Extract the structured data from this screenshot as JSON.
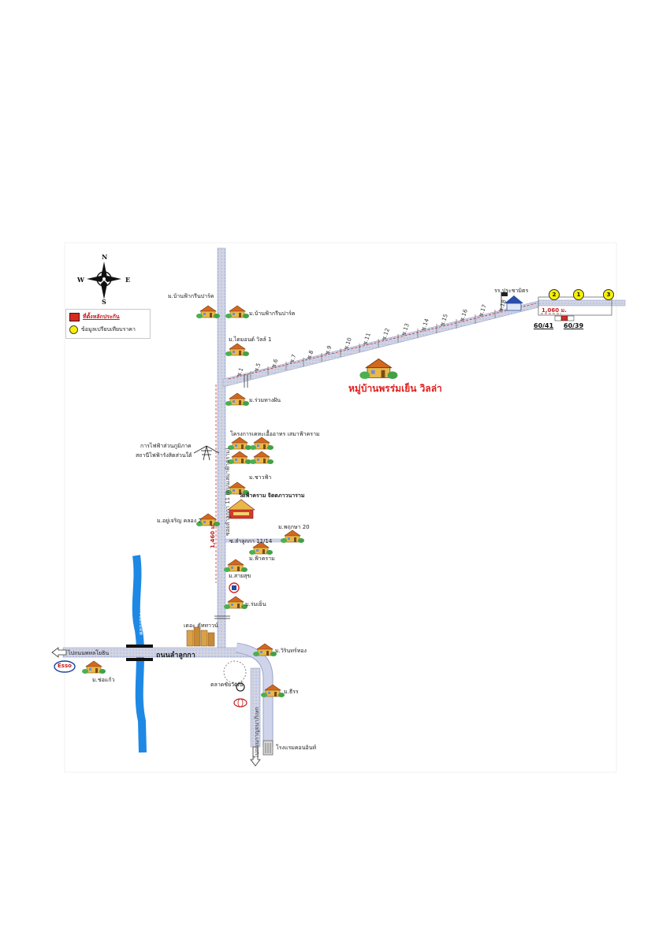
{
  "compass": {
    "n": "N",
    "s": "S",
    "e": "E",
    "w": "W"
  },
  "legend": {
    "land_plot": "ที่ตั้งหลักประกัน",
    "compare_price": "ข้อมูลเปรียบเทียบราคา"
  },
  "title": "หมู่บ้านพรร่มเย็น วิลล่า",
  "school": "รร.ประชามิตร",
  "distance_short": "1,060 ม.",
  "distance_long": "1,460 ม.",
  "plots": {
    "left": "60/41",
    "right": "60/39"
  },
  "compare_points": [
    "2",
    "1",
    "3"
  ],
  "places": {
    "green_park_top": "ม.บ้านฟ้ากรีนปาร์ค",
    "green_park": "ม.บ้านฟ้ากรีนปาร์ค",
    "diamond_villa": "ม.ไดมอนด์ วิลล์ 1",
    "ruam_thang_fan": "ม.ร่วมทางฝัน",
    "project": "โครงการเคหะเอื้ออาทร เสมาฟ้าคราม",
    "power_authority_1": "การไฟฟ้าส่วนภูมิภาค",
    "power_authority_2": "สถานีไฟฟ้ารังสิตส่วนใต้",
    "chao_fa": "ม.ชาวฟ้า",
    "temple": "วัดฟ้าคราม จิตตภาวนาราม",
    "yu_charoen": "ม.อยู่เจริญ คลอง 2",
    "pruksa": "ม.พฤกษา 20",
    "soi": "ซ.ลำลูกกา 11/14",
    "fa_kram": "ม.ฟ้าคราม",
    "sai_suk": "ม.สายสุข",
    "rom_yen": "ม.ร่มเย็น",
    "town": "เดอะ คัททาวน์",
    "wirin_thong": "ม.วิรินทร์ทอง",
    "market": "ตลาดชัยวัฒน์",
    "athiwat": "ม.ธีรร",
    "chokkaew": "ม.ช่อแก้ว",
    "hotel": "โรงแรมคอนอินท์",
    "lam_luk_ka_road": "ถนนลำลูกกา",
    "to_phahonyothin": "ไปถนนพหลโยธิน",
    "to_ring": "ไปถนนกาญจนาภิเษก",
    "canal": "คลองสอง",
    "main_soi": "ซอยลำลูกกา 11 (ถนนเสมาฟ้าคราม)",
    "esso": "Esso"
  },
  "side_sois": [
    "ซ.1",
    "ซ.5",
    "ซ.6",
    "ซ.7",
    "ซ.8",
    "ซ.9",
    "ซ.10",
    "ซ.11",
    "ซ.12",
    "ซ.13",
    "ซ.14",
    "ซ.15",
    "ซ.16",
    "ซ.17",
    "ซ.18"
  ],
  "colors": {
    "road": "#c7cde6",
    "road_edge": "#9aa3c8",
    "canal": "#1e88e5",
    "title": "#e11d1d",
    "plot": "#d92a20",
    "compare": "#f6f200"
  }
}
